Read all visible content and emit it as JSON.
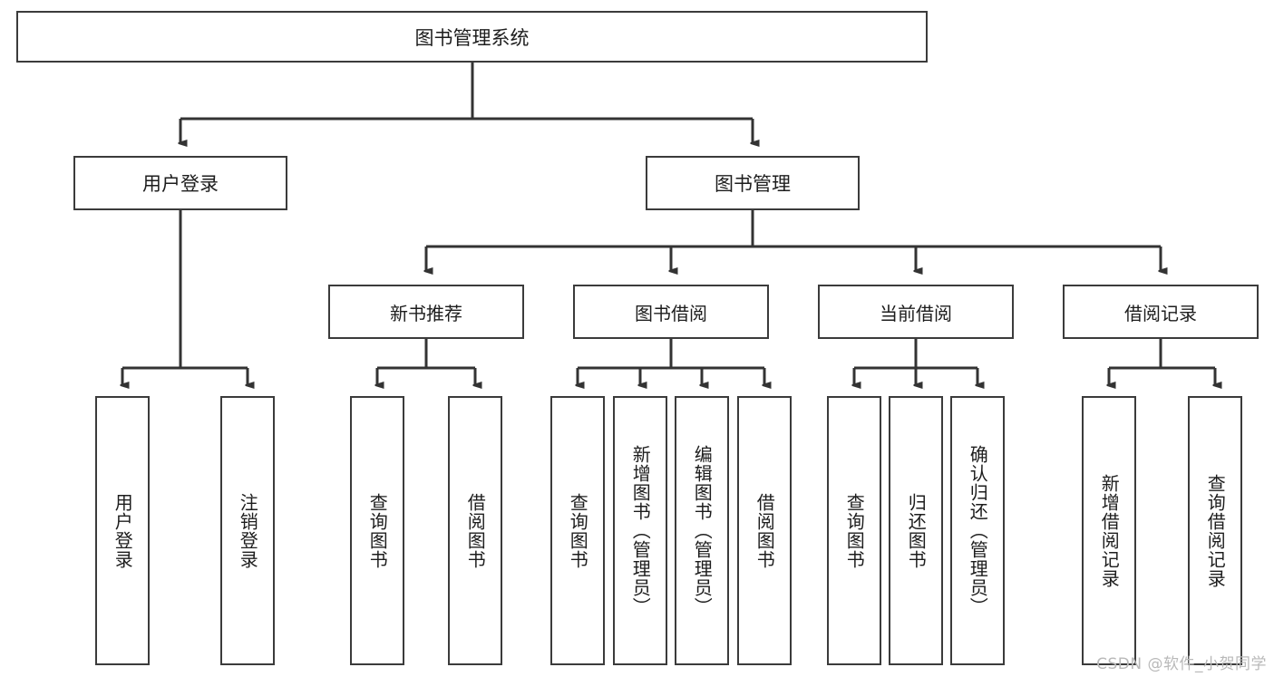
{
  "diagram": {
    "title": "图书管理系统",
    "watermark": "CSDN @软件_小贺同学",
    "type": "tree-hierarchy-diagram",
    "colors": {
      "box_border": "#3b3b3b",
      "box_fill": "#ffffff",
      "connector": "#333333",
      "text": "#1d1d1d",
      "watermark": "#b9b9b9"
    },
    "root": {
      "label": "图书管理系统"
    },
    "level1": [
      {
        "label": "用户登录"
      },
      {
        "label": "图书管理"
      }
    ],
    "level2": [
      {
        "label": "新书推荐"
      },
      {
        "label": "图书借阅"
      },
      {
        "label": "当前借阅"
      },
      {
        "label": "借阅记录"
      }
    ],
    "leaves": {
      "user_login": [
        {
          "label": "用户登录"
        },
        {
          "label": "注销登录"
        }
      ],
      "new_book_recommend": [
        {
          "label": "查询图书"
        },
        {
          "label": "借阅图书"
        }
      ],
      "book_borrow": [
        {
          "label": "查询图书"
        },
        {
          "label": "新增图书（管理员）"
        },
        {
          "label": "编辑图书（管理员）"
        },
        {
          "label": "借阅图书"
        }
      ],
      "current_borrow": [
        {
          "label": "查询图书"
        },
        {
          "label": "归还图书"
        },
        {
          "label": "确认归还（管理员）"
        }
      ],
      "borrow_record": [
        {
          "label": "新增借阅记录"
        },
        {
          "label": "查询借阅记录"
        }
      ]
    }
  }
}
